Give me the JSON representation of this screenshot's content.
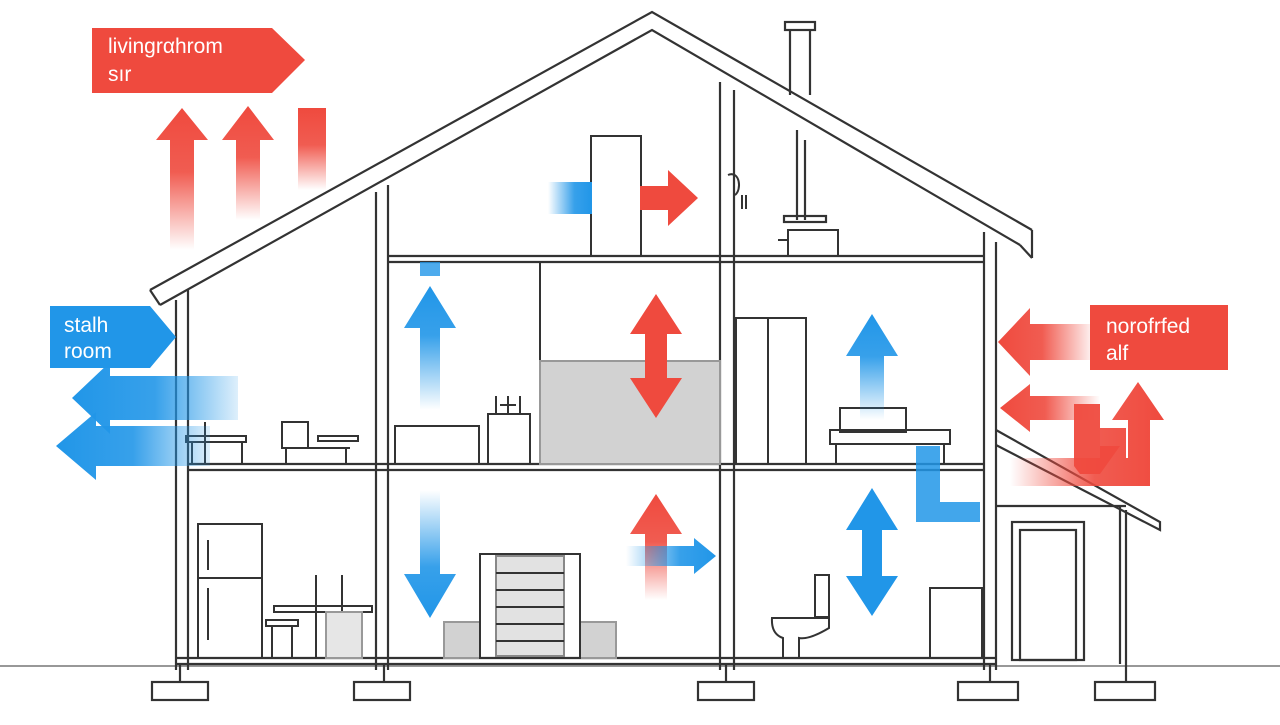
{
  "labels": {
    "top_left": {
      "line1": "livingrαhrom",
      "line2": "sır"
    },
    "left": {
      "line1": "stalh",
      "line2": "room"
    },
    "right": {
      "line1": "norofrfed",
      "line2": "alf"
    }
  },
  "colors": {
    "warm": "#ef4a3e",
    "cool": "#2196e8",
    "line": "#333333",
    "label_text": "#ffffff",
    "background": "#ffffff"
  }
}
